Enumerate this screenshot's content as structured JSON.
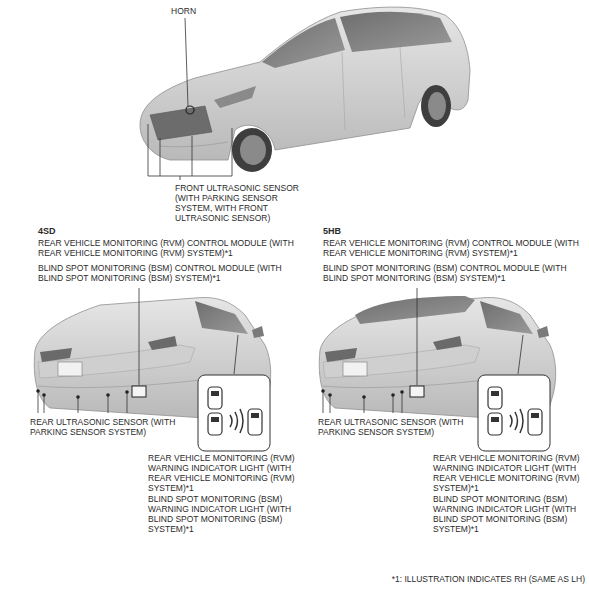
{
  "diagram": {
    "labels": [
      "HORN",
      "FRONT ULTRASONIC SENSOR (WITH PARKING SENSOR SYSTEM, WITH FRONT ULTRASONIC SENSOR)",
      "4SD",
      "REAR VEHICLE MONITORING (RVM) CONTROL MODULE (WITH REAR VEHICLE MONITORING (RVM) SYSTEM)*1",
      "BLIND SPOT MONITORING (BSM) CONTROL MODULE (WITH BLIND SPOT MONITORING (BSM) SYSTEM)*1",
      "REAR ULTRASONIC SENSOR (WITH PARKING SENSOR SYSTEM)",
      "REAR VEHICLE MONITORING (RVM) WARNING INDICATOR LIGHT (WITH REAR VEHICLE MONITORING (RVM) SYSTEM)*1",
      "BLIND SPOT MONITORING (BSM) WARNING INDICATOR LIGHT (WITH BLIND SPOT MONITORING (BSM) SYSTEM)*1",
      "5HB",
      "REAR VEHICLE MONITORING (RVM) CONTROL MODULE (WITH REAR VEHICLE MONITORING (RVM) SYSTEM)*1",
      "BLIND SPOT MONITORING (BSM) CONTROL MODULE (WITH BLIND SPOT MONITORING (BSM) SYSTEM)*1",
      "REAR ULTRASONIC SENSOR (WITH PARKING SENSOR SYSTEM)",
      "REAR VEHICLE MONITORING (RVM) WARNING INDICATOR LIGHT (WITH REAR VEHICLE MONITORING (RVM) SYSTEM)*1",
      "BLIND SPOT MONITORING (BSM) WARNING INDICATOR LIGHT (WITH BLIND SPOT MONITORING (BSM) SYSTEM)*1",
      "*1: ILLUSTRATION INDICATES RH (SAME AS LH)"
    ]
  }
}
